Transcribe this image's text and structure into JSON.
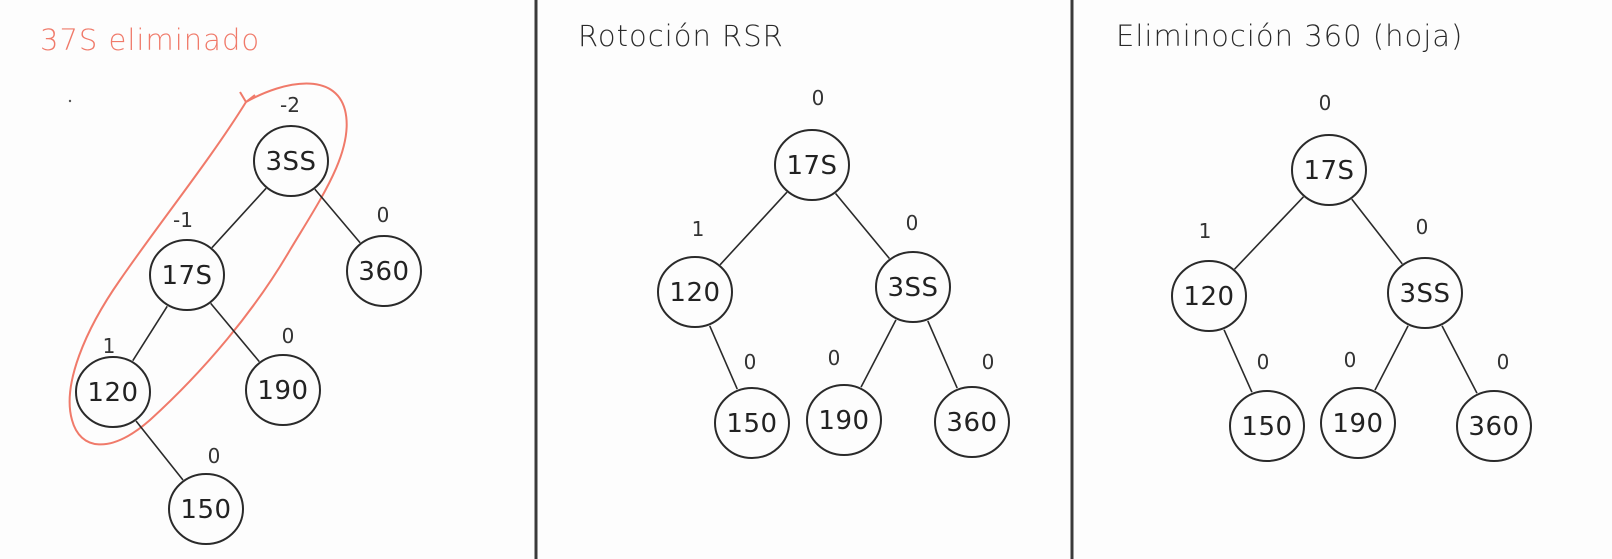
{
  "colors": {
    "ink": "#2a2a2a",
    "highlight": "#f07a6a",
    "background": "#fdfdfd"
  },
  "panels": [
    {
      "title": "37S eliminado",
      "title_color": "#f07a6a",
      "nodes": [
        {
          "id": "a",
          "label": "3SS",
          "balance": "-2"
        },
        {
          "id": "b",
          "label": "17S",
          "balance": "-1"
        },
        {
          "id": "c",
          "label": "360",
          "balance": "0"
        },
        {
          "id": "d",
          "label": "120",
          "balance": "1"
        },
        {
          "id": "e",
          "label": "190",
          "balance": "0"
        },
        {
          "id": "f",
          "label": "150",
          "balance": "0"
        }
      ],
      "edges": [
        [
          "a",
          "b"
        ],
        [
          "a",
          "c"
        ],
        [
          "b",
          "d"
        ],
        [
          "b",
          "e"
        ],
        [
          "d",
          "f"
        ]
      ]
    },
    {
      "title": "Rotoción RSR",
      "title_color": "#2a2a2a",
      "nodes": [
        {
          "id": "a",
          "label": "17S",
          "balance": "0"
        },
        {
          "id": "b",
          "label": "120",
          "balance": "1"
        },
        {
          "id": "c",
          "label": "3SS",
          "balance": "0"
        },
        {
          "id": "d",
          "label": "150",
          "balance": "0"
        },
        {
          "id": "e",
          "label": "190",
          "balance": "0"
        },
        {
          "id": "f",
          "label": "360",
          "balance": "0"
        }
      ],
      "edges": [
        [
          "a",
          "b"
        ],
        [
          "a",
          "c"
        ],
        [
          "b",
          "d"
        ],
        [
          "c",
          "e"
        ],
        [
          "c",
          "f"
        ]
      ]
    },
    {
      "title": "Eliminoción 360 (hoja)",
      "title_color": "#2a2a2a",
      "nodes": [
        {
          "id": "a",
          "label": "17S",
          "balance": "0"
        },
        {
          "id": "b",
          "label": "120",
          "balance": "1"
        },
        {
          "id": "c",
          "label": "3SS",
          "balance": "0"
        },
        {
          "id": "d",
          "label": "150",
          "balance": "0"
        },
        {
          "id": "e",
          "label": "190",
          "balance": "0"
        },
        {
          "id": "f",
          "label": "360",
          "balance": "0",
          "color": "#f07a6a"
        }
      ],
      "edges": [
        [
          "a",
          "b"
        ],
        [
          "a",
          "c"
        ],
        [
          "b",
          "d"
        ],
        [
          "c",
          "e"
        ],
        [
          "c",
          "f"
        ]
      ]
    }
  ]
}
